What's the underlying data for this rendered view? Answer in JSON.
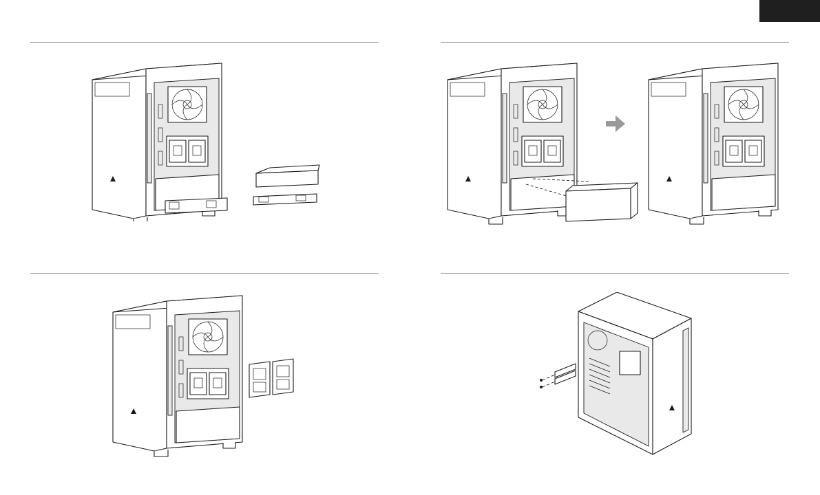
{
  "page": {
    "corner_tab": {
      "color": "#1f1f1f"
    },
    "rule_color": "#9a9a9a"
  },
  "steps": [
    {
      "id": "step-1",
      "illustration": "case-with-drive-cage-removed"
    },
    {
      "id": "step-2",
      "illustration": "case-psu-installation"
    },
    {
      "id": "step-3",
      "illustration": "case-with-ssd-brackets-removed"
    },
    {
      "id": "step-4",
      "illustration": "case-rear-expansion-slots"
    }
  ],
  "icons": {
    "arrow": "arrow-right-icon",
    "logo": "brand-sail-logo-icon"
  },
  "arrow_color": "#999999"
}
